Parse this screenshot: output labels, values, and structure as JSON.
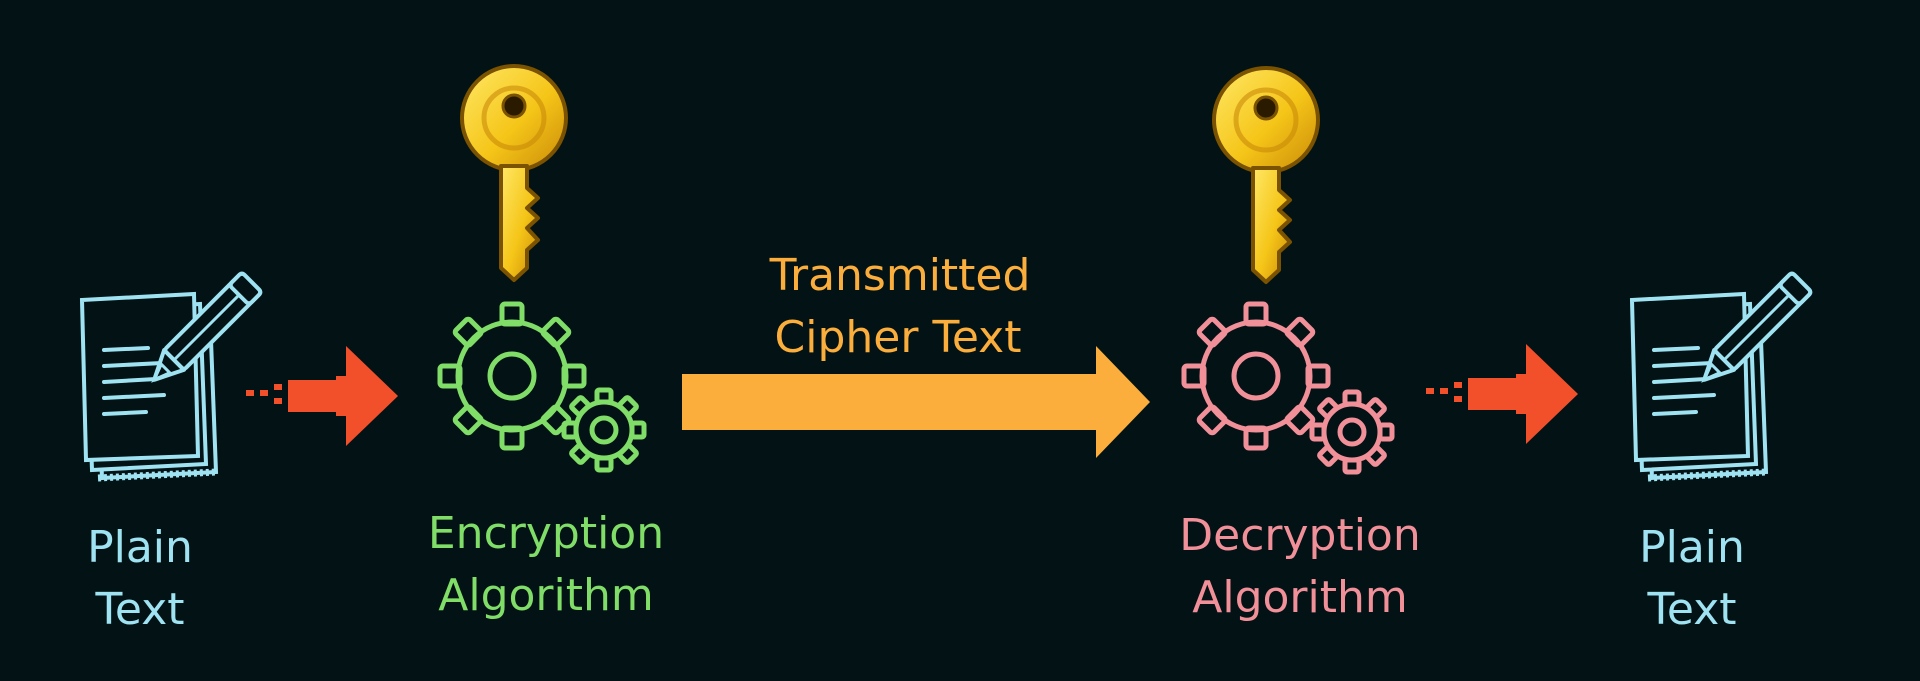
{
  "diagram": {
    "source_label": {
      "line1": "Plain",
      "line2": "Text"
    },
    "encryption_label": {
      "line1": "Encryption",
      "line2": "Algorithm"
    },
    "channel_label": {
      "line1": "Transmitted",
      "line2": "Cipher Text"
    },
    "decryption_label": {
      "line1": "Decryption",
      "line2": "Algorithm"
    },
    "target_label": {
      "line1": "Plain",
      "line2": "Text"
    }
  },
  "colors": {
    "background": "#031315",
    "document": "#9fe3f3",
    "encryption": "#7fdd68",
    "decryption": "#f2909a",
    "channel": "#fcae3c",
    "arrow": "#f2502b",
    "key": "#f5c518"
  },
  "icons": {
    "document": "document-pencil-icon",
    "key": "key-icon",
    "gears": "gears-icon",
    "arrow": "pixel-arrow-icon"
  }
}
